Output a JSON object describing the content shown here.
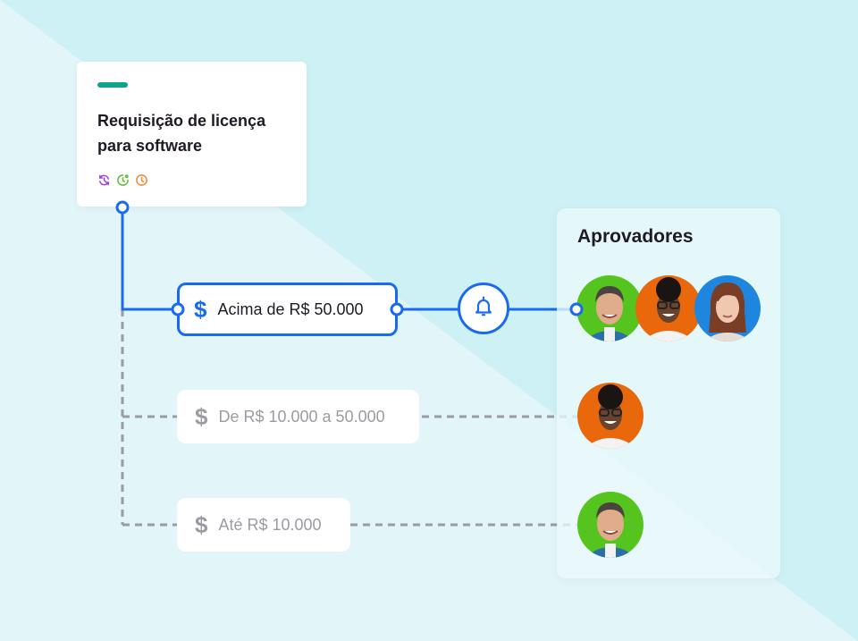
{
  "colors": {
    "bg_light": "#e2f6f9",
    "bg_dark": "#cdf1f5",
    "accent_teal": "#0ea58c",
    "primary_blue": "#1a6aef",
    "inactive_gray": "#9a9ca3",
    "text_dark": "#1f1a24"
  },
  "request_card": {
    "title": "Requisição de licença para software",
    "status_icons": [
      {
        "name": "sync-icon",
        "color": "#a33be0"
      },
      {
        "name": "clock-check-icon",
        "color": "#5dbb34"
      },
      {
        "name": "clock-icon",
        "color": "#ee8a3a"
      }
    ]
  },
  "rules": [
    {
      "label": "Acima de R$ 50.000",
      "icon": "$",
      "state": "active"
    },
    {
      "label": "De R$ 10.000 a 50.000",
      "icon": "$",
      "state": "inactive"
    },
    {
      "label": "Até R$ 10.000",
      "icon": "$",
      "state": "inactive"
    }
  ],
  "notification": {
    "icon": "bell-icon"
  },
  "approvers_panel": {
    "title": "Aprovadores",
    "groups": [
      {
        "rule": "Acima de R$ 50.000",
        "approvers": [
          {
            "name": "approver-man",
            "bg": "#55c41e"
          },
          {
            "name": "approver-woman-glasses",
            "bg": "#e8680b"
          },
          {
            "name": "approver-woman-redhair",
            "bg": "#1f86e0"
          }
        ]
      },
      {
        "rule": "De R$ 10.000 a 50.000",
        "approvers": [
          {
            "name": "approver-woman-glasses",
            "bg": "#e8680b"
          }
        ]
      },
      {
        "rule": "Até R$ 10.000",
        "approvers": [
          {
            "name": "approver-man",
            "bg": "#55c41e"
          }
        ]
      }
    ]
  }
}
